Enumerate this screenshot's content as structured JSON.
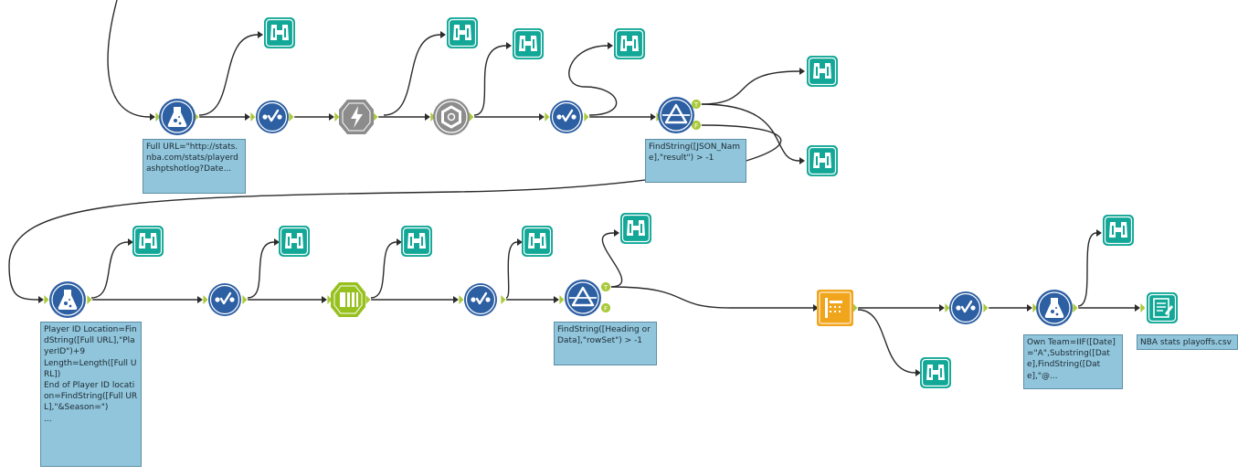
{
  "colors": {
    "wire": "#2b2b2b",
    "anchor": "#a9c93a",
    "browse": "#12a797",
    "formula": "#2d5fa3",
    "select": "#2d5fa3",
    "filter": "#2d5fa3",
    "json_parse": "#8c8c8c",
    "download": "#8c8c8c",
    "text_to_columns": "#97c11f",
    "crosstab": "#f0a51d",
    "output": "#12a797",
    "annotation_bg": "#90c5db"
  },
  "annotations": {
    "formula_url": "Full URL=\"http://stats.nba.com/stats/playerdashptshotlog?Date...",
    "filter_result": "FindString([JSON_Name],\"result\") > -1",
    "formula_player": "Player ID Location=FindString([Full URL],\"PlayerID\")+9\nLength=Length([Full URL])\nEnd of Player ID location=FindString([Full URL],\"&Season=\")\n...",
    "filter_rowset": "FindString([Heading or Data],\"rowSet\") > -1",
    "formula_team": "Own Team=IIF([Date]=\"A\",Substring([Date],FindString([Date],\"@...",
    "output_file": "NBA stats playoffs.csv"
  },
  "anchor_labels": {
    "true": "T",
    "false": "F"
  },
  "icons": [
    "formula-icon",
    "select-icon",
    "download-icon",
    "json-parse-icon",
    "filter-icon",
    "browse-icon",
    "text-to-columns-icon",
    "crosstab-icon",
    "output-icon"
  ]
}
